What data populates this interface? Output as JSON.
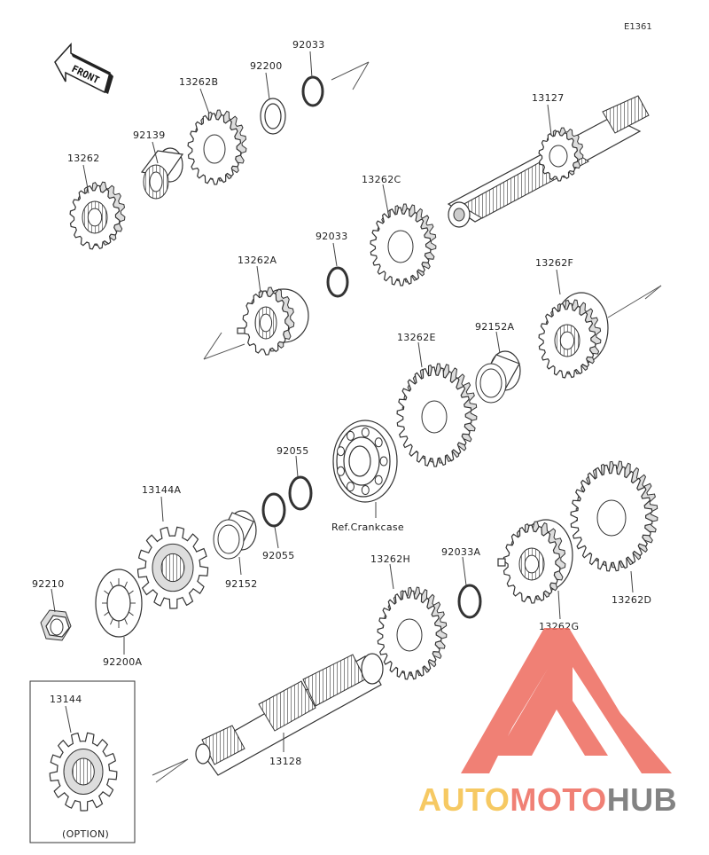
{
  "diagram": {
    "code": "E1361",
    "front_label": "FRONT",
    "option_label": "(OPTION)",
    "ref_label": "Ref.Crankcase"
  },
  "parts": {
    "p13262": "13262",
    "p92139": "92139",
    "p13262B": "13262B",
    "p92200": "92200",
    "p92033_top": "92033",
    "p13127": "13127",
    "p13262C": "13262C",
    "p92033_mid": "92033",
    "p13262A": "13262A",
    "p13262F": "13262F",
    "p92152A": "92152A",
    "p13262E": "13262E",
    "p92055_a": "92055",
    "p92055_b": "92055",
    "p13144A": "13144A",
    "p92152": "92152",
    "p92210": "92210",
    "p92200A": "92200A",
    "p13262H": "13262H",
    "p92033A": "92033A",
    "p13262G": "13262G",
    "p13262D": "13262D",
    "p13144": "13144",
    "p13128": "13128"
  },
  "watermark": {
    "brand_part1": "AUTO",
    "brand_part2": "MOTO",
    "brand_part3": "HUB",
    "color_yellow": "#f5c048",
    "color_red": "#ee6a5e",
    "color_gray": "#6e6e6e"
  }
}
